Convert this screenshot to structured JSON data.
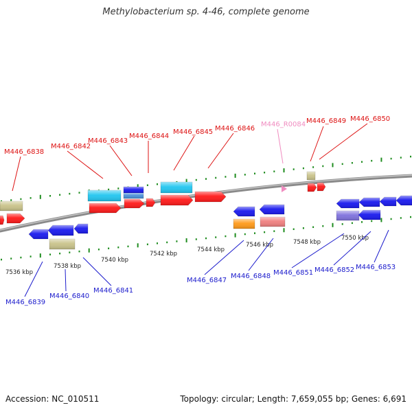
{
  "title": "Methylobacterium sp. 4-46, complete genome",
  "footer": {
    "accession": "Accession: NC_010511",
    "summary": "Topology: circular; Length: 7,659,055 bp; Genes: 6,691"
  },
  "colors": {
    "red": "#ff1a1a",
    "blue": "#1a1aee",
    "cyan": "#22c6f0",
    "khaki": "#c9c38b",
    "orange": "#ff9a1a",
    "pink": "#f08080",
    "purple": "#7f72dd",
    "steel": "#4a90d8",
    "ticks": "#1e8c1e",
    "backbone": "#8a8a8a",
    "label_top": "#dd1111",
    "label_bottom": "#1a1acc",
    "label_rna": "#f08cc0"
  },
  "scale_labels": [
    "7536 kbp",
    "7538 kbp",
    "7540 kbp",
    "7542 kbp",
    "7544 kbp",
    "7546 kbp",
    "7548 kbp",
    "7550 kbp"
  ],
  "top_gene_labels": [
    "M446_6838",
    "M446_6842",
    "M446_6843",
    "M446_6844",
    "M446_6845",
    "M446_6846",
    "M446_R0084",
    "M446_6849",
    "M446_6850"
  ],
  "bottom_gene_labels": [
    "M446_6839",
    "M446_6840",
    "M446_6841",
    "M446_6847",
    "M446_6848",
    "M446_6851",
    "M446_6852",
    "M446_6853"
  ]
}
